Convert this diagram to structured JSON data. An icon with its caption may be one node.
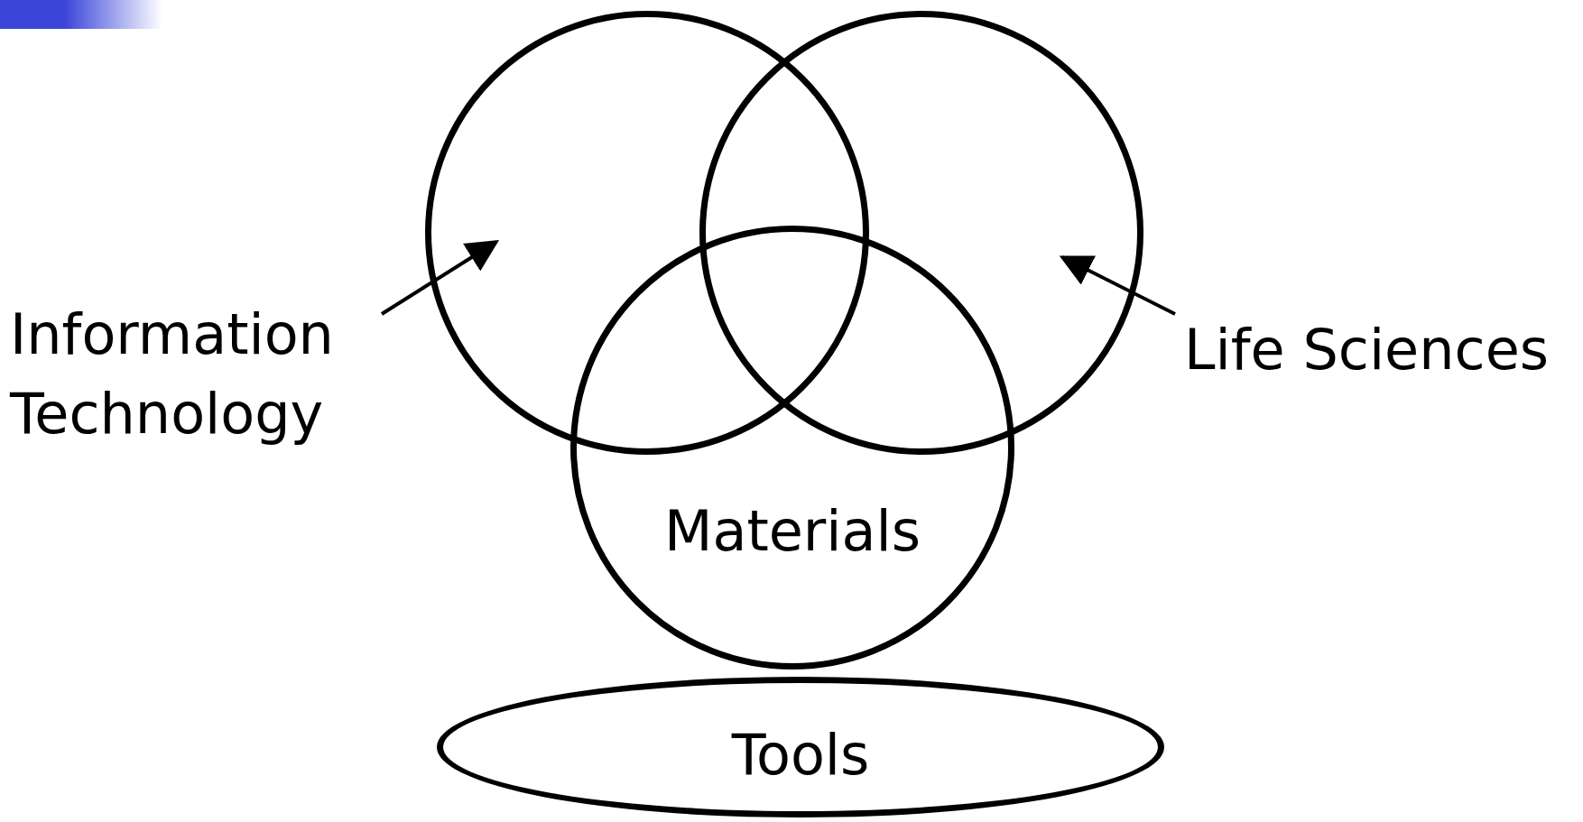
{
  "diagram": {
    "nodes": [
      {
        "text": [
          "Information Technology"
        ]
      },
      {
        "text": [],
        "shape": "circle"
      },
      {
        "text": [],
        "shape": "circle"
      },
      {
        "text": [
          "Life Sciences"
        ]
      },
      {
        "text": [
          "Materials"
        ]
      },
      {
        "text": [
          "Tools"
        ]
      }
    ],
    "edges": [
      {
        "from": 0,
        "to": 1,
        "arrow": "to"
      },
      {
        "from": 3,
        "to": 2,
        "arrow": "to"
      }
    ]
  }
}
